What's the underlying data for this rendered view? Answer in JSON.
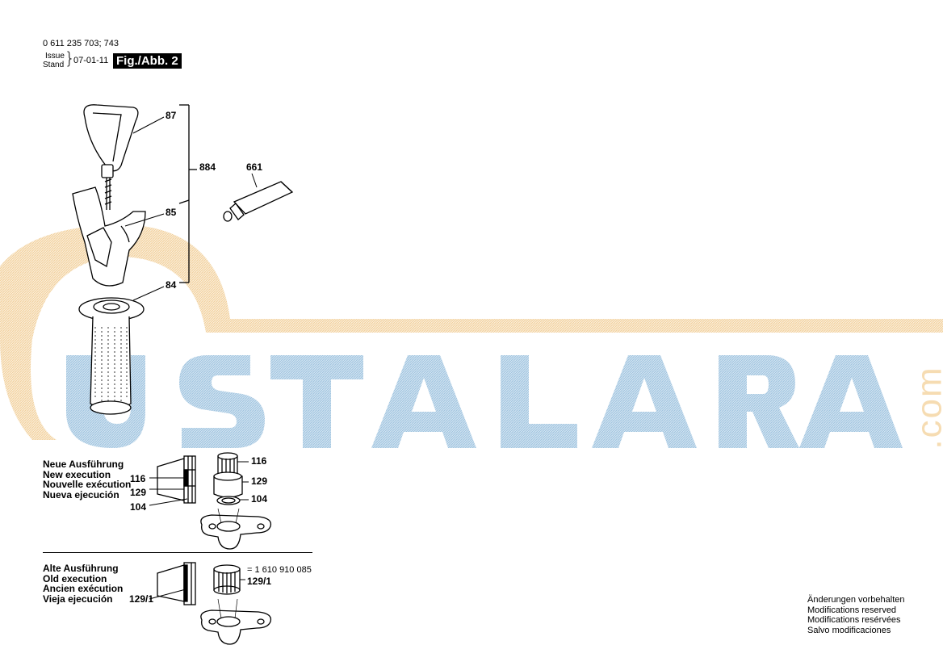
{
  "header": {
    "part_number": "0 611 235 703; 743",
    "issue_label": "Issue",
    "stand_label": "Stand",
    "issue_date": "07-01-11",
    "figure_label": "Fig./Abb. 2"
  },
  "watermark": {
    "text": "USTALARA",
    "suffix": ".com",
    "colors": {
      "letters": "#b7d3e8",
      "ring": "#f6dcb2"
    }
  },
  "callouts": {
    "p87": "87",
    "p884": "884",
    "p661": "661",
    "p85": "85",
    "p84": "84",
    "new_116_left": "116",
    "new_129_left": "129",
    "new_104_left": "104",
    "new_116_right": "116",
    "new_129_right": "129",
    "new_104_right": "104",
    "old_equals": "= 1 610 910 085",
    "old_129_1_right": "129/1",
    "old_129_1_left": "129/1"
  },
  "new_execution": {
    "lines": [
      "Neue Ausführung",
      "New execution",
      "Nouvelle exécution",
      "Nueva ejecución"
    ]
  },
  "old_execution": {
    "lines": [
      "Alte Ausführung",
      "Old execution",
      "Ancien exécution",
      "Vieja ejecución"
    ]
  },
  "modifications": {
    "lines": [
      "Änderungen vorbehalten",
      "Modifications reserved",
      "Modifications resérvées",
      "Salvo modificaciones"
    ]
  }
}
